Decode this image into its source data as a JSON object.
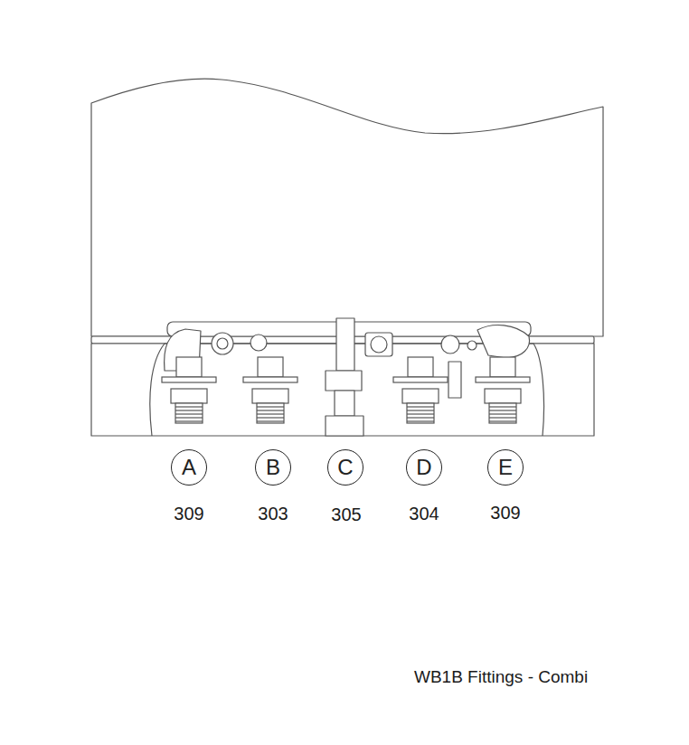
{
  "diagram": {
    "caption": "WB1B Fittings - Combi",
    "nodes": [
      {
        "text": [
          "A"
        ]
      },
      {
        "text": [
          "B"
        ]
      },
      {
        "text": [
          "C"
        ]
      },
      {
        "text": [
          "D"
        ]
      },
      {
        "text": [
          "E"
        ]
      }
    ],
    "labels": [
      "309",
      "303",
      "305",
      "304",
      "309"
    ]
  }
}
